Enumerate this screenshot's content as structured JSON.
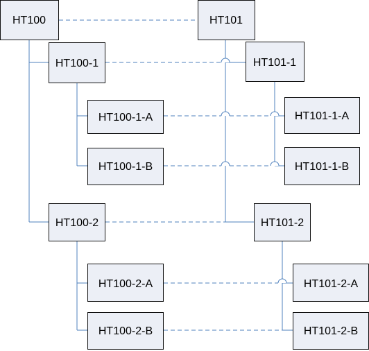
{
  "diagram": {
    "colors": {
      "box_fill": "#eceff6",
      "box_border": "#111111",
      "connector": "#4f81bd",
      "text": "#000000"
    },
    "nodes": [
      {
        "id": "HT100",
        "label": "HT100"
      },
      {
        "id": "HT100-1",
        "label": "HT100-1"
      },
      {
        "id": "HT100-1-A",
        "label": "HT100-1-A"
      },
      {
        "id": "HT100-1-B",
        "label": "HT100-1-B"
      },
      {
        "id": "HT100-2",
        "label": "HT100-2"
      },
      {
        "id": "HT100-2-A",
        "label": "HT100-2-A"
      },
      {
        "id": "HT100-2-B",
        "label": "HT100-2-B"
      },
      {
        "id": "HT101",
        "label": "HT101"
      },
      {
        "id": "HT101-1",
        "label": "HT101-1"
      },
      {
        "id": "HT101-1-A",
        "label": "HT101-1-A"
      },
      {
        "id": "HT101-1-B",
        "label": "HT101-1-B"
      },
      {
        "id": "HT101-2",
        "label": "HT101-2"
      },
      {
        "id": "HT101-2-A",
        "label": "HT101-2-A"
      },
      {
        "id": "HT101-2-B",
        "label": "HT101-2-B"
      }
    ],
    "hierarchy_links": [
      {
        "from": "HT100",
        "to": "HT100-1"
      },
      {
        "from": "HT100",
        "to": "HT100-2"
      },
      {
        "from": "HT100-1",
        "to": "HT100-1-A"
      },
      {
        "from": "HT100-1",
        "to": "HT100-1-B"
      },
      {
        "from": "HT100-2",
        "to": "HT100-2-A"
      },
      {
        "from": "HT100-2",
        "to": "HT100-2-B"
      },
      {
        "from": "HT101",
        "to": "HT101-1"
      },
      {
        "from": "HT101",
        "to": "HT101-2"
      },
      {
        "from": "HT101-1",
        "to": "HT101-1-A"
      },
      {
        "from": "HT101-1",
        "to": "HT101-1-B"
      },
      {
        "from": "HT101-2",
        "to": "HT101-2-A"
      },
      {
        "from": "HT101-2",
        "to": "HT101-2-B"
      }
    ],
    "mapping_links": [
      {
        "from": "HT100",
        "to": "HT101"
      },
      {
        "from": "HT100-1",
        "to": "HT101-1"
      },
      {
        "from": "HT100-1-A",
        "to": "HT101-1-A"
      },
      {
        "from": "HT100-1-B",
        "to": "HT101-1-B"
      },
      {
        "from": "HT100-2",
        "to": "HT101-2"
      },
      {
        "from": "HT100-2-A",
        "to": "HT101-2-A"
      },
      {
        "from": "HT100-2-B",
        "to": "HT101-2-B"
      }
    ]
  }
}
